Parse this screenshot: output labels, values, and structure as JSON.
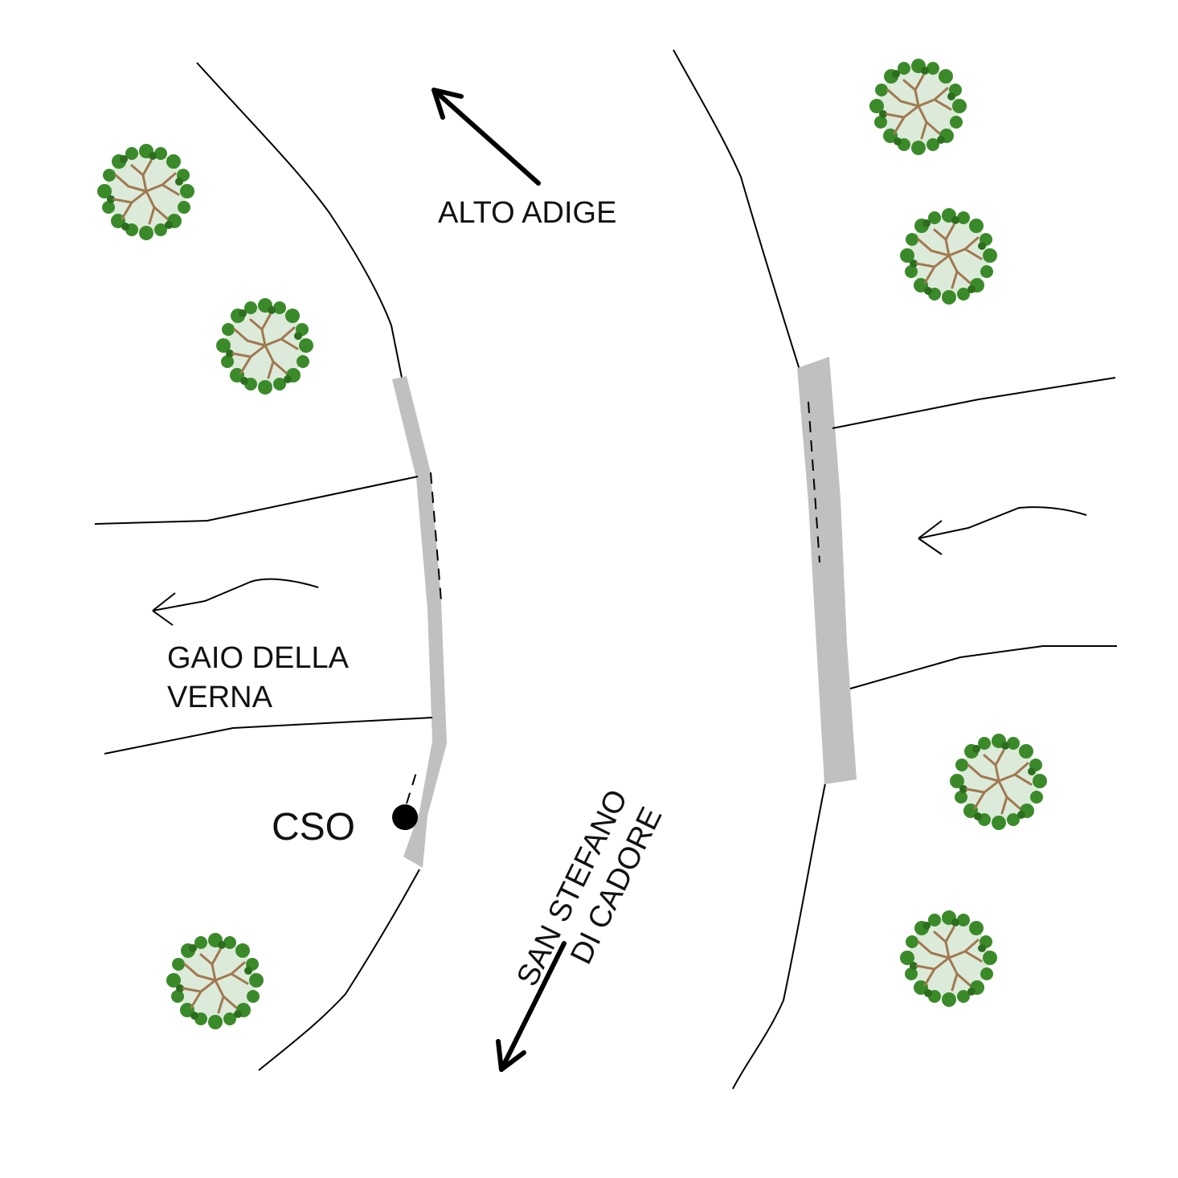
{
  "labels": {
    "north": "ALTO ADIGE",
    "south_line1": "SAN STEFANO",
    "south_line2": "DI CADORE",
    "tributary_line1": "GAIO DELLA",
    "tributary_line2": "VERNA",
    "cso": "CSO"
  },
  "colors": {
    "wall": "#c0c0c0",
    "foliage": "#3b8a2a",
    "branches": "#a07850"
  },
  "trees": [
    {
      "icon": "tree-icon"
    },
    {
      "icon": "tree-icon"
    },
    {
      "icon": "tree-icon"
    },
    {
      "icon": "tree-icon"
    },
    {
      "icon": "tree-icon"
    },
    {
      "icon": "tree-icon"
    },
    {
      "icon": "tree-icon"
    }
  ]
}
